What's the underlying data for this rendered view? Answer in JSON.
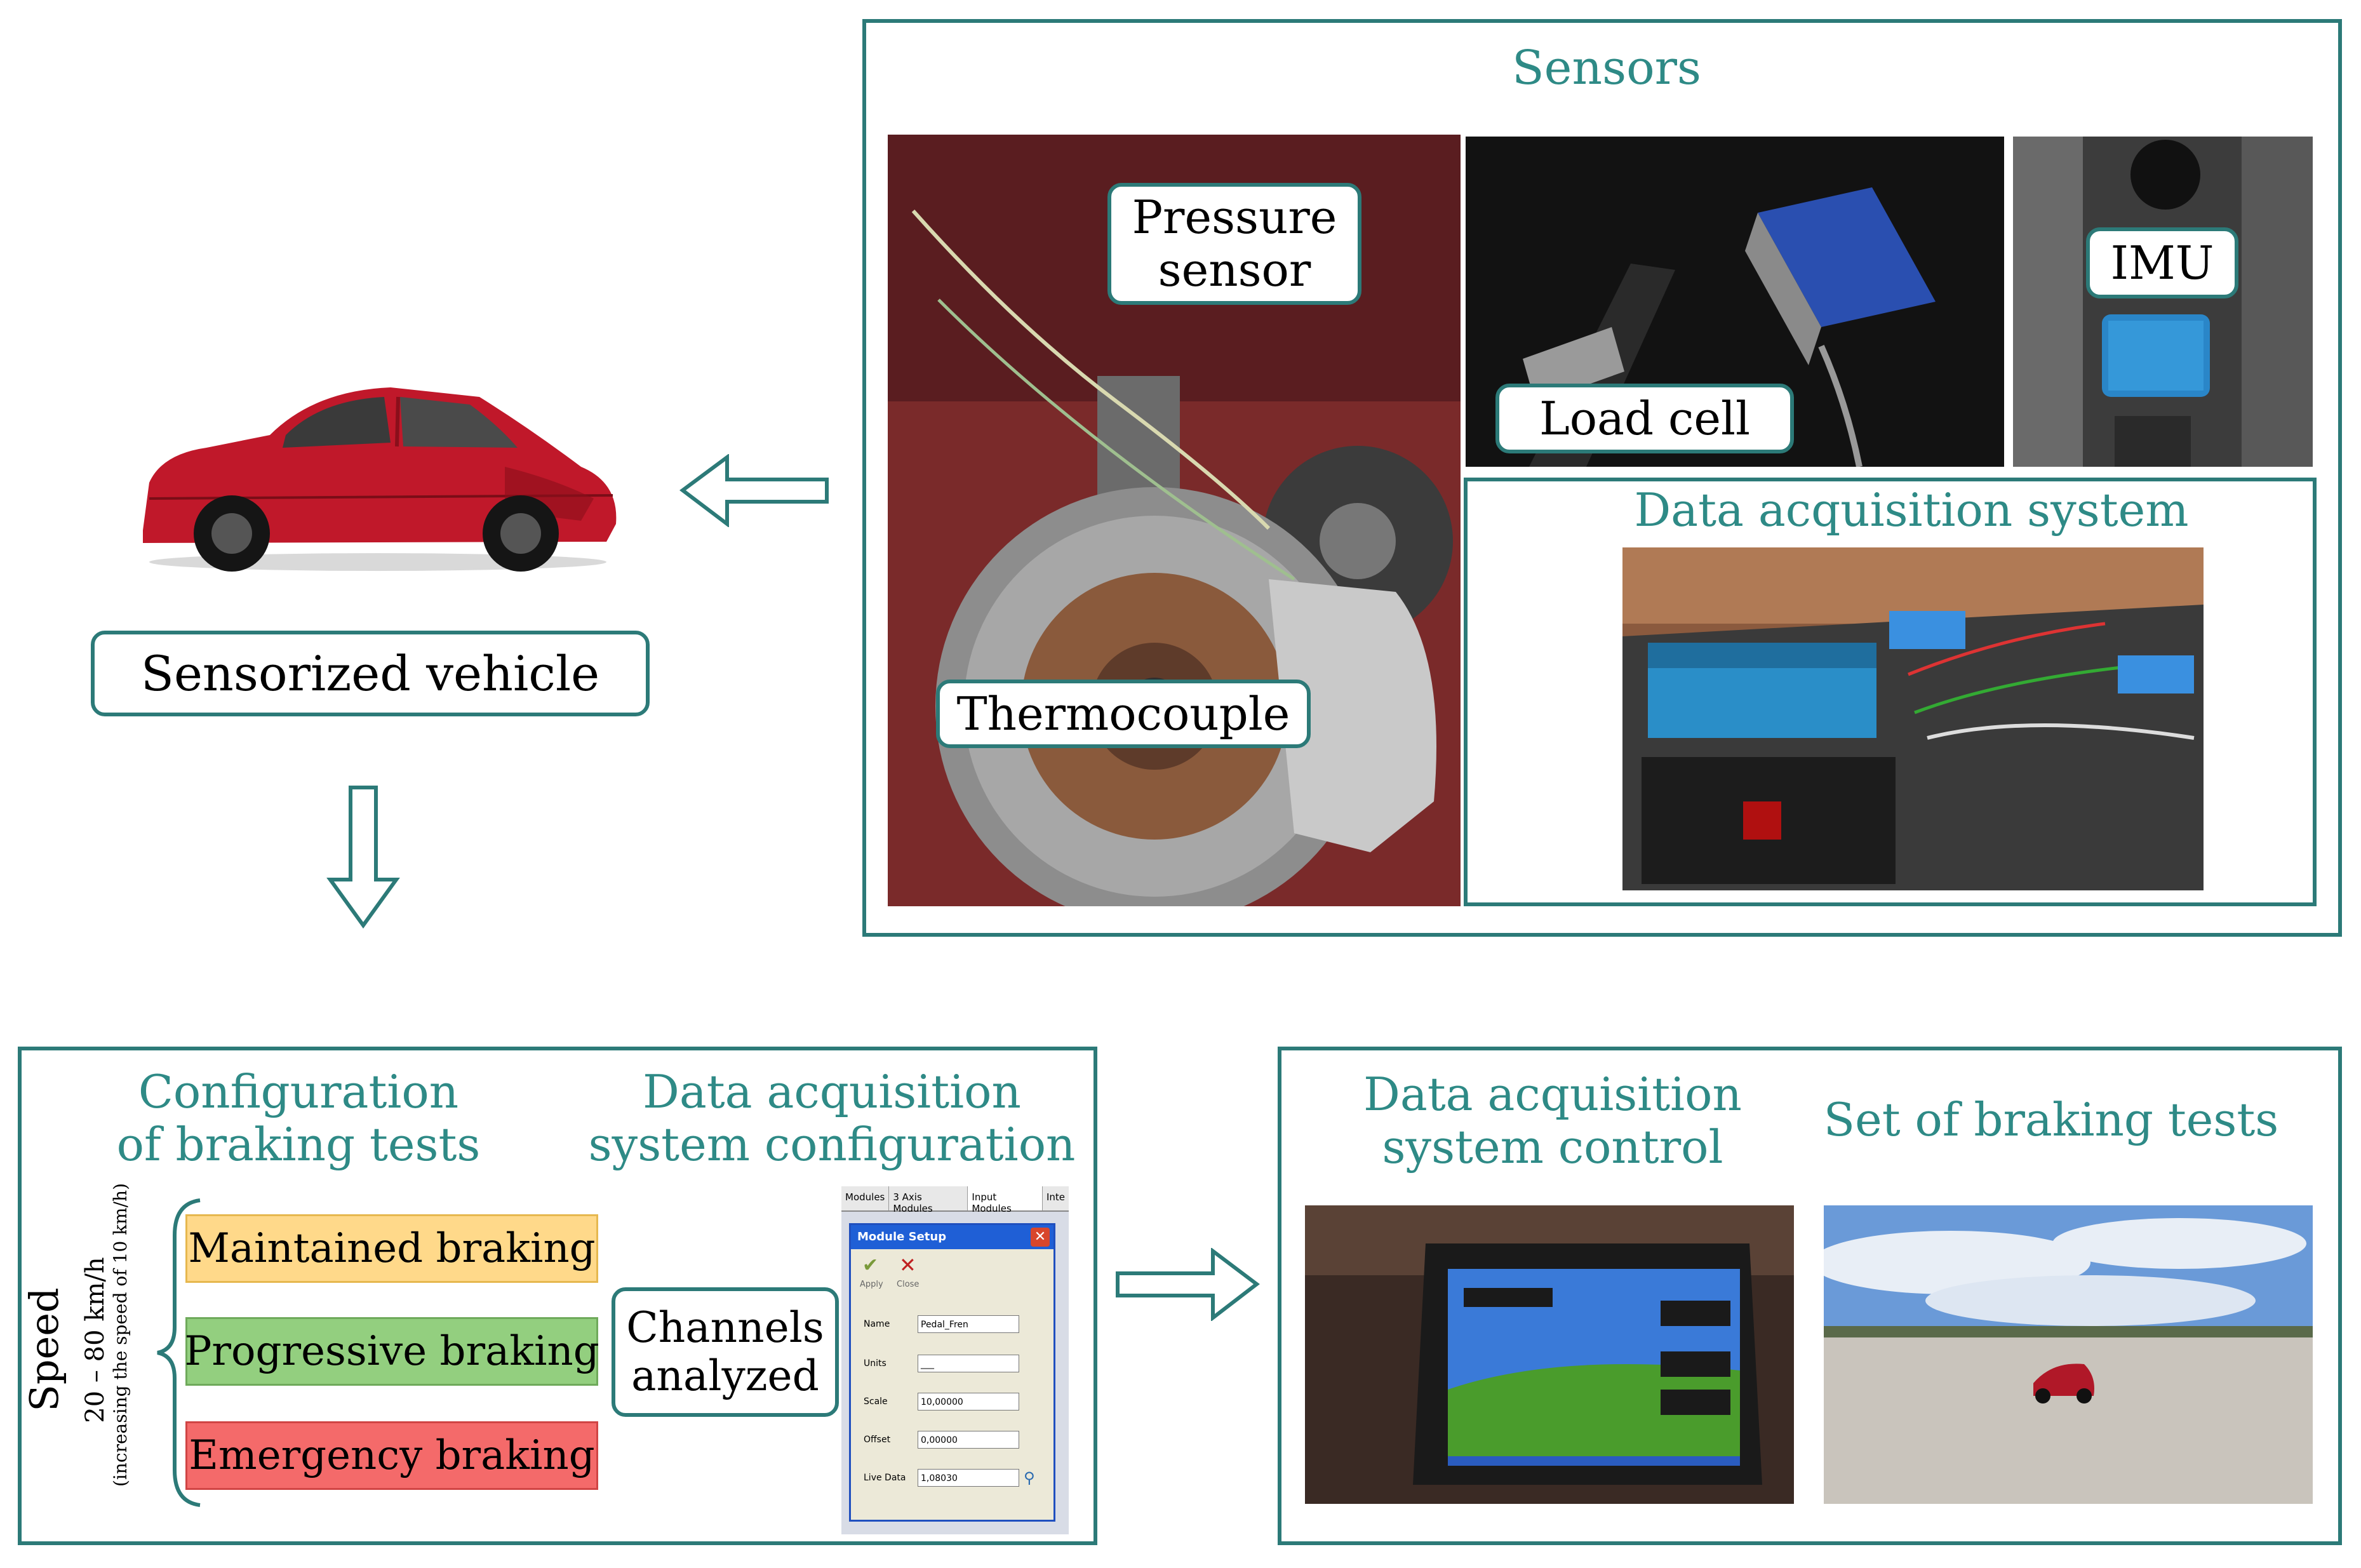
{
  "colors": {
    "frame_teal": "#2c7a78",
    "title_teal": "#2e8a86",
    "maintained_fill": "#ffd98a",
    "progressive_fill": "#93cf7f",
    "emergency_fill": "#f46a6a"
  },
  "vehicle": {
    "label": "Sensorized vehicle"
  },
  "sensors": {
    "title": "Sensors",
    "pressure_sensor": "Pressure\nsensor",
    "thermocouple": "Thermocouple",
    "load_cell": "Load cell",
    "imu": "IMU",
    "daq_title": "Data acquisition system"
  },
  "configuration": {
    "braking_title": "Configuration\nof braking tests",
    "daq_config_title": "Data acquisition\nsystem configuration",
    "speed_label": "Speed",
    "speed_range": "20 – 80 km/h",
    "speed_note": "(increasing the speed of 10 km/h)",
    "tests": [
      {
        "label": "Maintained braking"
      },
      {
        "label": "Progressive braking"
      },
      {
        "label": "Emergency braking"
      }
    ],
    "channels_label": "Channels\nanalyzed",
    "module_setup": {
      "tabs": [
        "Modules",
        "3 Axis Modules",
        "Input Modules",
        "Inte"
      ],
      "window_title": "Module Setup",
      "apply": "Apply",
      "close": "Close",
      "fields": [
        {
          "name": "Name",
          "value": "Pedal_Fren"
        },
        {
          "name": "Units",
          "value": "___"
        },
        {
          "name": "Scale",
          "value": "10,00000"
        },
        {
          "name": "Offset",
          "value": "0,00000"
        },
        {
          "name": "Live Data",
          "value": "1,08030"
        }
      ]
    }
  },
  "results": {
    "daq_control_title": "Data acquisition\nsystem control",
    "braking_set_title": "Set of braking tests"
  }
}
